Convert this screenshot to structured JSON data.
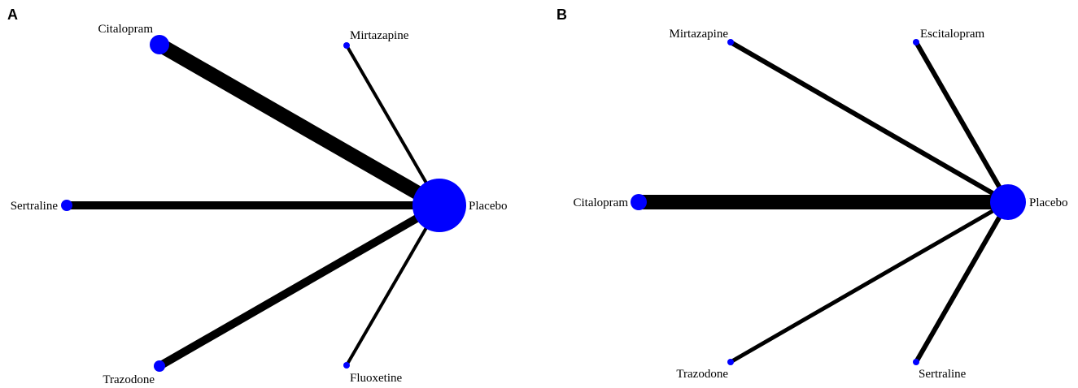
{
  "colors": {
    "node": "#0000ff",
    "edge": "#000000",
    "background": "#ffffff"
  },
  "panels": [
    {
      "letter": "A",
      "nodes": [
        {
          "id": "placebo",
          "label": "Placebo"
        },
        {
          "id": "citalopram",
          "label": "Citalopram"
        },
        {
          "id": "mirtazapine",
          "label": "Mirtazapine"
        },
        {
          "id": "sertraline",
          "label": "Sertraline"
        },
        {
          "id": "trazodone",
          "label": "Trazodone"
        },
        {
          "id": "fluoxetine",
          "label": "Fluoxetine"
        }
      ],
      "edges": [
        {
          "from": "citalopram",
          "to": "placebo"
        },
        {
          "from": "mirtazapine",
          "to": "placebo"
        },
        {
          "from": "sertraline",
          "to": "placebo"
        },
        {
          "from": "trazodone",
          "to": "placebo"
        },
        {
          "from": "fluoxetine",
          "to": "placebo"
        }
      ]
    },
    {
      "letter": "B",
      "nodes": [
        {
          "id": "placebo",
          "label": "Placebo"
        },
        {
          "id": "mirtazapine",
          "label": "Mirtazapine"
        },
        {
          "id": "escitalopram",
          "label": "Escitalopram"
        },
        {
          "id": "citalopram",
          "label": "Citalopram"
        },
        {
          "id": "trazodone",
          "label": "Trazodone"
        },
        {
          "id": "sertraline",
          "label": "Sertraline"
        }
      ],
      "edges": [
        {
          "from": "mirtazapine",
          "to": "placebo"
        },
        {
          "from": "escitalopram",
          "to": "placebo"
        },
        {
          "from": "citalopram",
          "to": "placebo"
        },
        {
          "from": "trazodone",
          "to": "placebo"
        },
        {
          "from": "sertraline",
          "to": "placebo"
        }
      ]
    }
  ]
}
